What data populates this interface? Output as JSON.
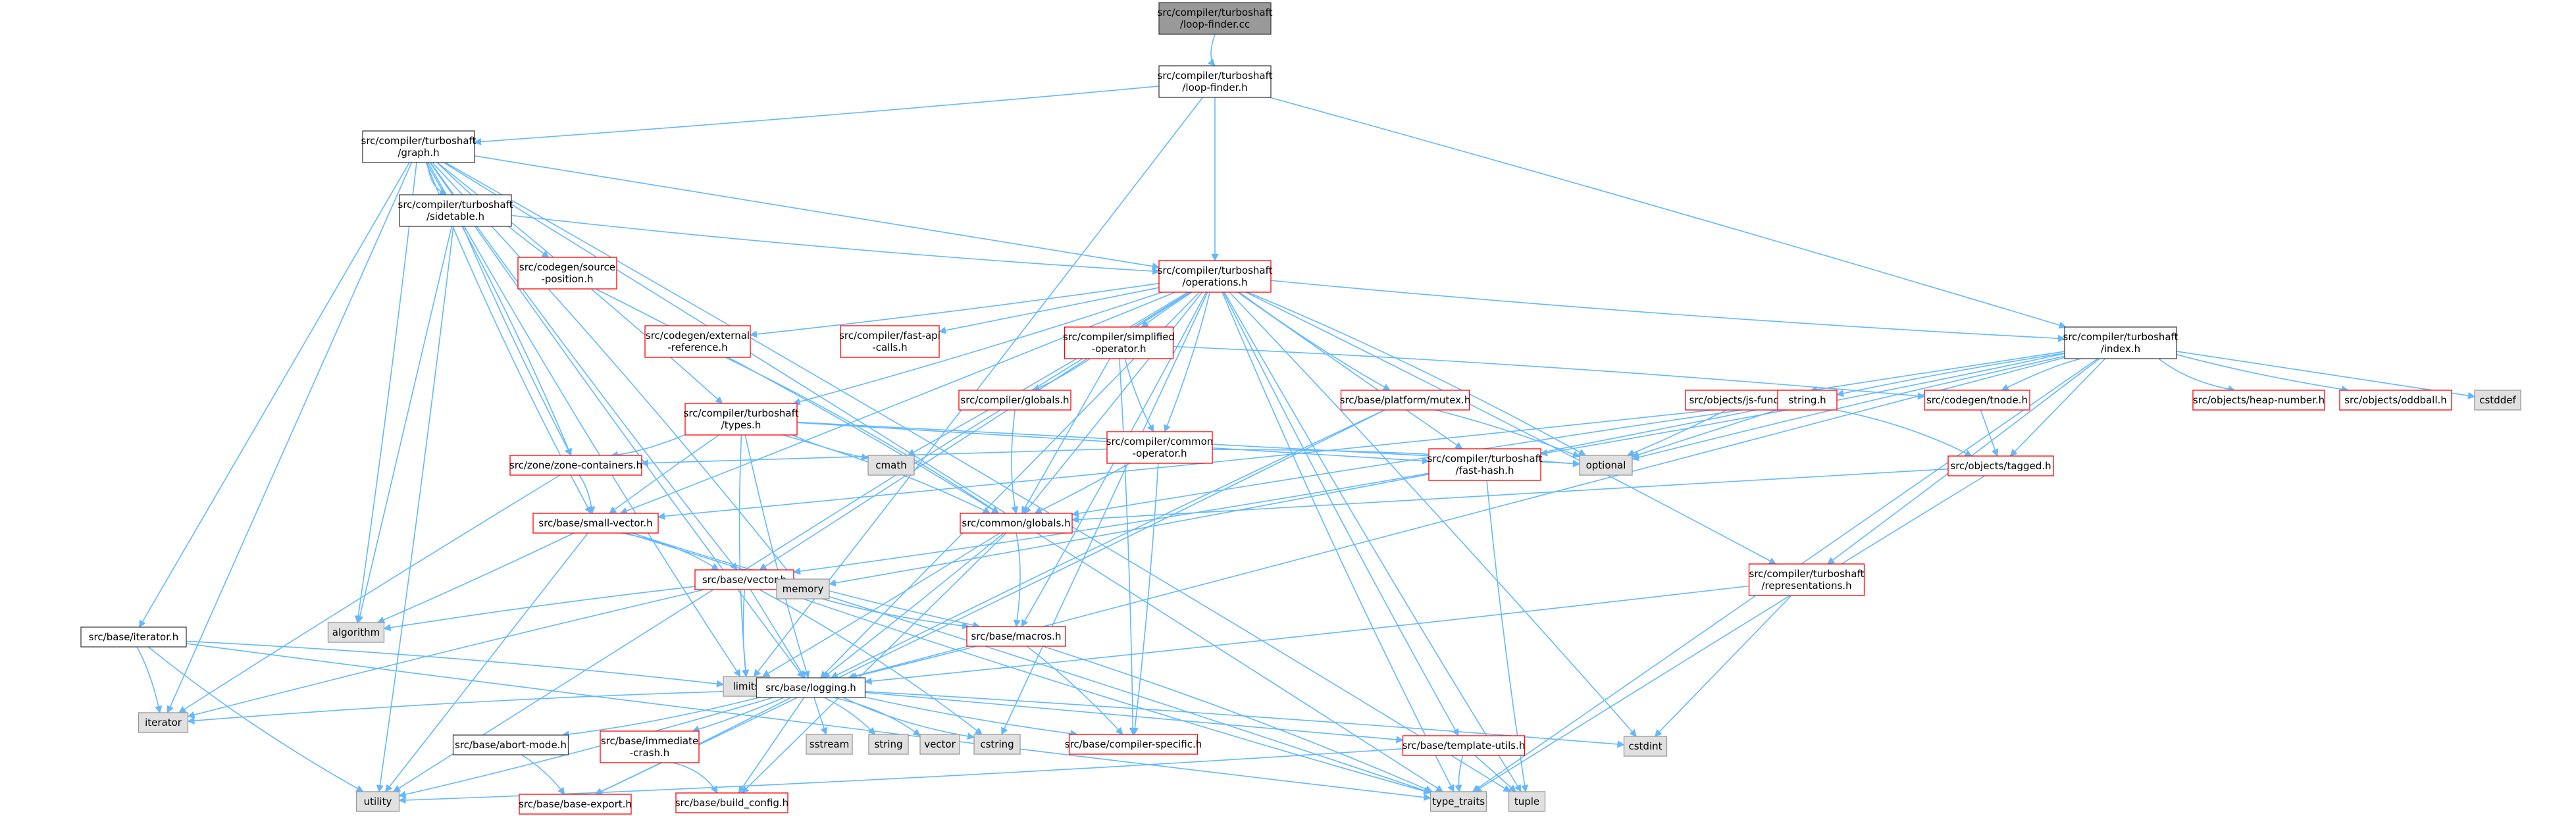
{
  "colors": {
    "edge": "#63b8ff",
    "root_fill": "#999999",
    "normal_border": "#404040",
    "red_border": "#ff0000",
    "system_fill": "#e0e0e0",
    "system_border": "#999999",
    "text": "#000000"
  },
  "nodes": [
    {
      "id": "loop_finder_cc",
      "lines": [
        "src/compiler/turboshaft",
        "/loop-finder.cc"
      ],
      "kind": "root"
    },
    {
      "id": "loop_finder_h",
      "lines": [
        "src/compiler/turboshaft",
        "/loop-finder.h"
      ],
      "kind": "normal"
    },
    {
      "id": "graph_h",
      "lines": [
        "src/compiler/turboshaft",
        "/graph.h"
      ],
      "kind": "normal"
    },
    {
      "id": "sidetable_h",
      "lines": [
        "src/compiler/turboshaft",
        "/sidetable.h"
      ],
      "kind": "normal"
    },
    {
      "id": "source_position_h",
      "lines": [
        "src/codegen/source",
        "-position.h"
      ],
      "kind": "red"
    },
    {
      "id": "operations_h",
      "lines": [
        "src/compiler/turboshaft",
        "/operations.h"
      ],
      "kind": "red"
    },
    {
      "id": "index_h",
      "lines": [
        "src/compiler/turboshaft",
        "/index.h"
      ],
      "kind": "normal"
    },
    {
      "id": "external_reference_h",
      "lines": [
        "src/codegen/external",
        "-reference.h"
      ],
      "kind": "red"
    },
    {
      "id": "fast_api_calls_h",
      "lines": [
        "src/compiler/fast-api",
        "-calls.h"
      ],
      "kind": "red"
    },
    {
      "id": "simplified_operator_h",
      "lines": [
        "src/compiler/simplified",
        "-operator.h"
      ],
      "kind": "red"
    },
    {
      "id": "compiler_globals_h",
      "lines": [
        "src/compiler/globals.h"
      ],
      "kind": "red"
    },
    {
      "id": "common_operator_h",
      "lines": [
        "src/compiler/common",
        "-operator.h"
      ],
      "kind": "red"
    },
    {
      "id": "types_h",
      "lines": [
        "src/compiler/turboshaft",
        "/types.h"
      ],
      "kind": "red"
    },
    {
      "id": "mutex_h",
      "lines": [
        "src/base/platform/mutex.h"
      ],
      "kind": "red"
    },
    {
      "id": "js_function_h",
      "lines": [
        "src/objects/js-function.h"
      ],
      "kind": "red"
    },
    {
      "id": "string_h",
      "lines": [
        "string.h"
      ],
      "kind": "red"
    },
    {
      "id": "tnode_h",
      "lines": [
        "src/codegen/tnode.h"
      ],
      "kind": "red"
    },
    {
      "id": "heap_number_h",
      "lines": [
        "src/objects/heap-number.h"
      ],
      "kind": "red"
    },
    {
      "id": "oddball_h",
      "lines": [
        "src/objects/oddball.h"
      ],
      "kind": "red"
    },
    {
      "id": "cstddef",
      "lines": [
        "cstddef"
      ],
      "kind": "system"
    },
    {
      "id": "zone_containers_h",
      "lines": [
        "src/zone/zone-containers.h"
      ],
      "kind": "red"
    },
    {
      "id": "cmath",
      "lines": [
        "cmath"
      ],
      "kind": "system"
    },
    {
      "id": "optional",
      "lines": [
        "optional"
      ],
      "kind": "system"
    },
    {
      "id": "fast_hash_h",
      "lines": [
        "src/compiler/turboshaft",
        "/fast-hash.h"
      ],
      "kind": "red"
    },
    {
      "id": "tagged_h",
      "lines": [
        "src/objects/tagged.h"
      ],
      "kind": "red"
    },
    {
      "id": "small_vector_h",
      "lines": [
        "src/base/small-vector.h"
      ],
      "kind": "red"
    },
    {
      "id": "common_globals_h",
      "lines": [
        "src/common/globals.h"
      ],
      "kind": "red"
    },
    {
      "id": "vector_h",
      "lines": [
        "src/base/vector.h"
      ],
      "kind": "red"
    },
    {
      "id": "representations_h",
      "lines": [
        "src/compiler/turboshaft",
        "/representations.h"
      ],
      "kind": "red"
    },
    {
      "id": "iterator_h",
      "lines": [
        "src/base/iterator.h"
      ],
      "kind": "normal"
    },
    {
      "id": "algorithm",
      "lines": [
        "algorithm"
      ],
      "kind": "system"
    },
    {
      "id": "memory",
      "lines": [
        "memory"
      ],
      "kind": "system"
    },
    {
      "id": "macros_h",
      "lines": [
        "src/base/macros.h"
      ],
      "kind": "red"
    },
    {
      "id": "limits",
      "lines": [
        "limits"
      ],
      "kind": "system"
    },
    {
      "id": "logging_h",
      "lines": [
        "src/base/logging.h"
      ],
      "kind": "normal"
    },
    {
      "id": "iterator",
      "lines": [
        "iterator"
      ],
      "kind": "system"
    },
    {
      "id": "abort_mode_h",
      "lines": [
        "src/base/abort-mode.h"
      ],
      "kind": "normal"
    },
    {
      "id": "immediate_crash_h",
      "lines": [
        "src/base/immediate",
        "-crash.h"
      ],
      "kind": "red"
    },
    {
      "id": "sstream",
      "lines": [
        "sstream"
      ],
      "kind": "system"
    },
    {
      "id": "string",
      "lines": [
        "string"
      ],
      "kind": "system"
    },
    {
      "id": "vector",
      "lines": [
        "vector"
      ],
      "kind": "system"
    },
    {
      "id": "cstring",
      "lines": [
        "cstring"
      ],
      "kind": "system"
    },
    {
      "id": "compiler_specific_h",
      "lines": [
        "src/base/compiler-specific.h"
      ],
      "kind": "red"
    },
    {
      "id": "template_utils_h",
      "lines": [
        "src/base/template-utils.h"
      ],
      "kind": "red"
    },
    {
      "id": "cstdint",
      "lines": [
        "cstdint"
      ],
      "kind": "system"
    },
    {
      "id": "utility",
      "lines": [
        "utility"
      ],
      "kind": "system"
    },
    {
      "id": "base_export_h",
      "lines": [
        "src/base/base-export.h"
      ],
      "kind": "red"
    },
    {
      "id": "build_config_h",
      "lines": [
        "src/base/build_config.h"
      ],
      "kind": "red"
    },
    {
      "id": "type_traits",
      "lines": [
        "type_traits"
      ],
      "kind": "system"
    },
    {
      "id": "tuple",
      "lines": [
        "tuple"
      ],
      "kind": "system"
    }
  ],
  "edges": [
    [
      "loop_finder_cc",
      "loop_finder_h"
    ],
    [
      "loop_finder_h",
      "graph_h"
    ],
    [
      "loop_finder_h",
      "operations_h"
    ],
    [
      "loop_finder_h",
      "index_h"
    ],
    [
      "loop_finder_h",
      "limits"
    ],
    [
      "graph_h",
      "sidetable_h"
    ],
    [
      "graph_h",
      "source_position_h"
    ],
    [
      "graph_h",
      "operations_h"
    ],
    [
      "graph_h",
      "types_h"
    ],
    [
      "graph_h",
      "zone_containers_h"
    ],
    [
      "graph_h",
      "small_vector_h"
    ],
    [
      "graph_h",
      "vector_h"
    ],
    [
      "graph_h",
      "iterator_h"
    ],
    [
      "graph_h",
      "algorithm"
    ],
    [
      "graph_h",
      "memory"
    ],
    [
      "graph_h",
      "limits"
    ],
    [
      "graph_h",
      "logging_h"
    ],
    [
      "graph_h",
      "iterator"
    ],
    [
      "graph_h",
      "type_traits"
    ],
    [
      "graph_h",
      "tuple"
    ],
    [
      "sidetable_h",
      "operations_h"
    ],
    [
      "sidetable_h",
      "zone_containers_h"
    ],
    [
      "sidetable_h",
      "algorithm"
    ],
    [
      "sidetable_h",
      "utility"
    ],
    [
      "source_position_h",
      "common_globals_h"
    ],
    [
      "operations_h",
      "index_h"
    ],
    [
      "operations_h",
      "external_reference_h"
    ],
    [
      "operations_h",
      "fast_api_calls_h"
    ],
    [
      "operations_h",
      "simplified_operator_h"
    ],
    [
      "operations_h",
      "common_operator_h"
    ],
    [
      "operations_h",
      "types_h"
    ],
    [
      "operations_h",
      "mutex_h"
    ],
    [
      "operations_h",
      "fast_hash_h"
    ],
    [
      "operations_h",
      "representations_h"
    ],
    [
      "operations_h",
      "optional"
    ],
    [
      "operations_h",
      "cmath"
    ],
    [
      "operations_h",
      "small_vector_h"
    ],
    [
      "operations_h",
      "vector_h"
    ],
    [
      "operations_h",
      "common_globals_h"
    ],
    [
      "operations_h",
      "macros_h"
    ],
    [
      "operations_h",
      "logging_h"
    ],
    [
      "operations_h",
      "template_utils_h"
    ],
    [
      "operations_h",
      "cstring"
    ],
    [
      "operations_h",
      "cstdint"
    ],
    [
      "operations_h",
      "utility"
    ],
    [
      "operations_h",
      "type_traits"
    ],
    [
      "operations_h",
      "tuple"
    ],
    [
      "index_h",
      "js_function_h"
    ],
    [
      "index_h",
      "string_h"
    ],
    [
      "index_h",
      "tnode_h"
    ],
    [
      "index_h",
      "heap_number_h"
    ],
    [
      "index_h",
      "oddball_h"
    ],
    [
      "index_h",
      "cstddef"
    ],
    [
      "index_h",
      "optional"
    ],
    [
      "index_h",
      "tagged_h"
    ],
    [
      "index_h",
      "fast_hash_h"
    ],
    [
      "index_h",
      "representations_h"
    ],
    [
      "index_h",
      "logging_h"
    ],
    [
      "index_h",
      "type_traits"
    ],
    [
      "external_reference_h",
      "common_globals_h"
    ],
    [
      "simplified_operator_h",
      "compiler_globals_h"
    ],
    [
      "simplified_operator_h",
      "common_operator_h"
    ],
    [
      "simplified_operator_h",
      "common_globals_h"
    ],
    [
      "simplified_operator_h",
      "compiler_specific_h"
    ],
    [
      "simplified_operator_h",
      "tnode_h"
    ],
    [
      "compiler_globals_h",
      "common_globals_h"
    ],
    [
      "common_operator_h",
      "common_globals_h"
    ],
    [
      "common_operator_h",
      "zone_containers_h"
    ],
    [
      "common_operator_h",
      "compiler_specific_h"
    ],
    [
      "common_operator_h",
      "optional"
    ],
    [
      "types_h",
      "zone_containers_h"
    ],
    [
      "types_h",
      "cmath"
    ],
    [
      "types_h",
      "optional"
    ],
    [
      "types_h",
      "small_vector_h"
    ],
    [
      "types_h",
      "common_globals_h"
    ],
    [
      "types_h",
      "limits"
    ],
    [
      "types_h",
      "logging_h"
    ],
    [
      "types_h",
      "fast_hash_h"
    ],
    [
      "mutex_h",
      "optional"
    ],
    [
      "mutex_h",
      "logging_h"
    ],
    [
      "mutex_h",
      "base_export_h"
    ],
    [
      "js_function_h",
      "optional"
    ],
    [
      "string_h",
      "optional"
    ],
    [
      "string_h",
      "common_globals_h"
    ],
    [
      "string_h",
      "tagged_h"
    ],
    [
      "string_h",
      "memory"
    ],
    [
      "string_h",
      "small_vector_h"
    ],
    [
      "tnode_h",
      "tagged_h"
    ],
    [
      "zone_containers_h",
      "small_vector_h"
    ],
    [
      "zone_containers_h",
      "iterator"
    ],
    [
      "fast_hash_h",
      "vector_h"
    ],
    [
      "fast_hash_h",
      "tuple"
    ],
    [
      "tagged_h",
      "common_globals_h"
    ],
    [
      "tagged_h",
      "type_traits"
    ],
    [
      "small_vector_h",
      "vector_h"
    ],
    [
      "small_vector_h",
      "macros_h"
    ],
    [
      "small_vector_h",
      "algorithm"
    ],
    [
      "small_vector_h",
      "utility"
    ],
    [
      "small_vector_h",
      "type_traits"
    ],
    [
      "common_globals_h",
      "macros_h"
    ],
    [
      "common_globals_h",
      "logging_h"
    ],
    [
      "common_globals_h",
      "limits"
    ],
    [
      "common_globals_h",
      "build_config_h"
    ],
    [
      "vector_h",
      "algorithm"
    ],
    [
      "vector_h",
      "memory"
    ],
    [
      "vector_h",
      "macros_h"
    ],
    [
      "vector_h",
      "limits"
    ],
    [
      "vector_h",
      "logging_h"
    ],
    [
      "vector_h",
      "iterator"
    ],
    [
      "vector_h",
      "cstring"
    ],
    [
      "vector_h",
      "type_traits"
    ],
    [
      "representations_h",
      "logging_h"
    ],
    [
      "representations_h",
      "cstdint"
    ],
    [
      "iterator_h",
      "iterator"
    ],
    [
      "iterator_h",
      "limits"
    ],
    [
      "iterator_h",
      "utility"
    ],
    [
      "iterator_h",
      "type_traits"
    ],
    [
      "macros_h",
      "logging_h"
    ],
    [
      "macros_h",
      "compiler_specific_h"
    ],
    [
      "macros_h",
      "type_traits"
    ],
    [
      "logging_h",
      "abort_mode_h"
    ],
    [
      "logging_h",
      "immediate_crash_h"
    ],
    [
      "logging_h",
      "sstream"
    ],
    [
      "logging_h",
      "string"
    ],
    [
      "logging_h",
      "vector"
    ],
    [
      "logging_h",
      "cstring"
    ],
    [
      "logging_h",
      "compiler_specific_h"
    ],
    [
      "logging_h",
      "template_utils_h"
    ],
    [
      "logging_h",
      "cstdint"
    ],
    [
      "logging_h",
      "iterator"
    ],
    [
      "logging_h",
      "utility"
    ],
    [
      "logging_h",
      "base_export_h"
    ],
    [
      "logging_h",
      "build_config_h"
    ],
    [
      "abort_mode_h",
      "base_export_h"
    ],
    [
      "immediate_crash_h",
      "build_config_h"
    ],
    [
      "template_utils_h",
      "utility"
    ],
    [
      "template_utils_h",
      "type_traits"
    ],
    [
      "template_utils_h",
      "tuple"
    ]
  ]
}
